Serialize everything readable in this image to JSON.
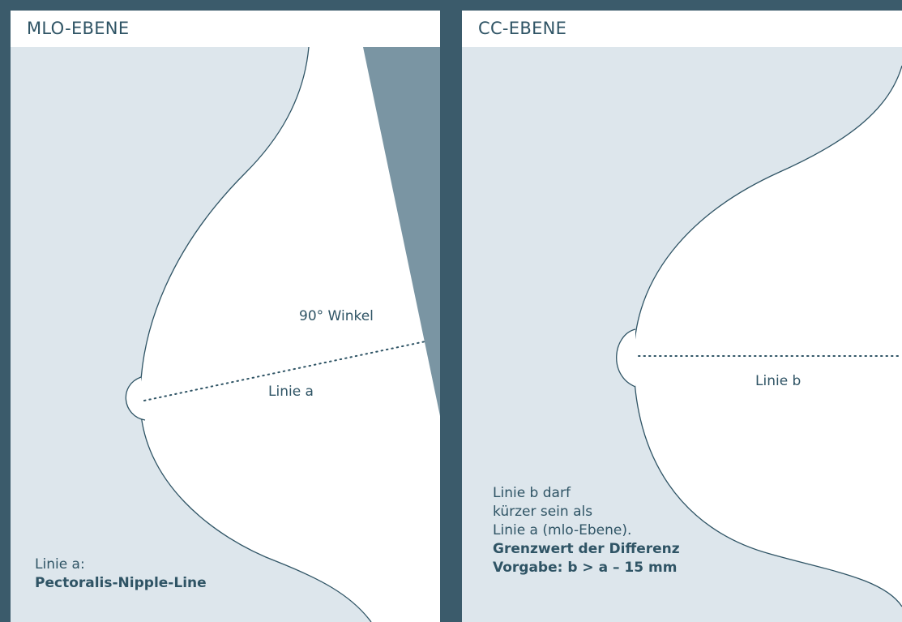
{
  "colors": {
    "frame": "#3b5b6b",
    "background": "#dde6ec",
    "breast": "#ffffff",
    "outline": "#2f5465",
    "pectoralis": "#7a95a3",
    "text": "#2f5465"
  },
  "mlo": {
    "title": "MLO-EBENE",
    "angle_label": "90° Winkel",
    "line_label": "Linie a",
    "caption_line1": "Linie a:",
    "caption_line2": "Pectoralis-Nipple-Line"
  },
  "cc": {
    "title": "CC-EBENE",
    "line_label": "Linie b",
    "caption_line1": "Linie b darf",
    "caption_line2": "kürzer sein als",
    "caption_line3": "Linie a (mlo-Ebene).",
    "caption_line4": "Grenzwert der Differenz",
    "caption_line5": "Vorgabe: b > a – 15 mm"
  }
}
